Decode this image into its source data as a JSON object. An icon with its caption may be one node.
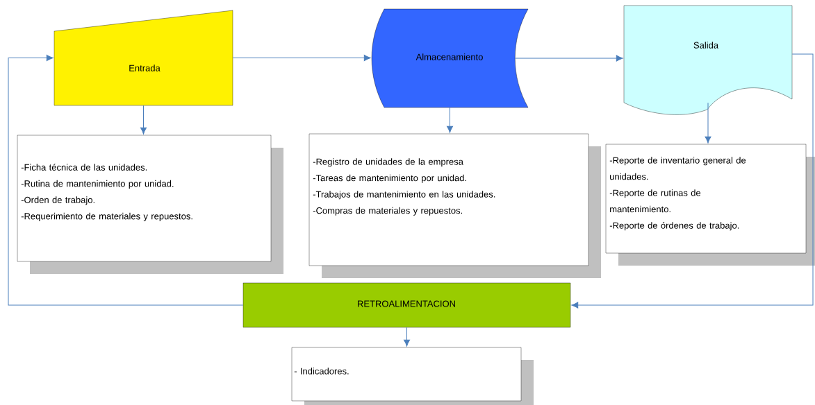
{
  "diagram": {
    "nodes": [
      {
        "text": [
          "Entrada"
        ]
      },
      {
        "text": [
          "-Ficha técnica de las unidades.",
          "-Rutina de mantenimiento por unidad.",
          "-Orden de trabajo.",
          "-Requerimiento de materiales y repuestos."
        ]
      },
      {
        "text": [
          "Almacenamiento"
        ]
      },
      {
        "text": [
          "-Registro de unidades de la empresa",
          "-Tareas de mantenimiento por unidad.",
          "-Trabajos de mantenimiento en las unidades.",
          "-Compras de materiales y repuestos."
        ]
      },
      {
        "text": [
          "Salida"
        ]
      },
      {
        "text": [
          "-Reporte de inventario general de unidades.",
          "-Reporte de rutinas de mantenimiento.",
          "-Reporte de órdenes de trabajo."
        ]
      },
      {
        "text": [
          "RETROALIMENTACION"
        ]
      },
      {
        "text": [
          "- Indicadores."
        ]
      }
    ],
    "edges": [
      {
        "from": 0,
        "to": 2,
        "arrow": "to"
      },
      {
        "from": 2,
        "to": 4,
        "arrow": "to"
      },
      {
        "from": 4,
        "to": 6,
        "arrow": "to"
      },
      {
        "from": 6,
        "to": 0,
        "arrow": "to"
      },
      {
        "from": 0,
        "to": 1,
        "arrow": "to"
      },
      {
        "from": 2,
        "to": 3,
        "arrow": "to"
      },
      {
        "from": 4,
        "to": 5,
        "arrow": "to"
      },
      {
        "from": 6,
        "to": 7,
        "arrow": "to"
      }
    ]
  }
}
